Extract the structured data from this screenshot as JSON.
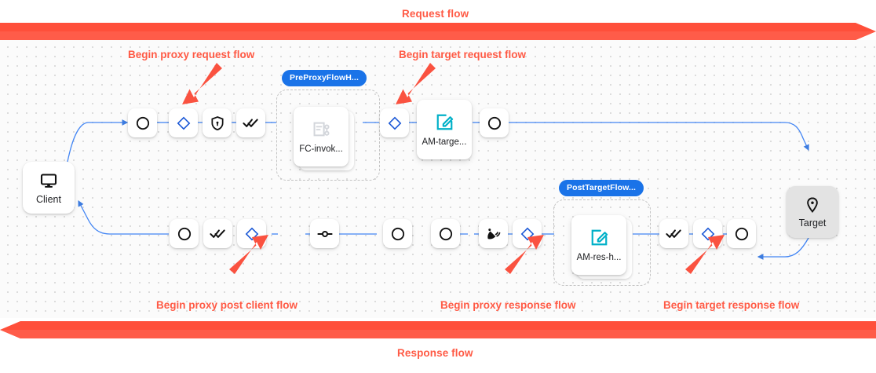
{
  "colors": {
    "accent_red": "#FF5A45",
    "banner_red": "#FF4F3A",
    "edge_blue": "#4285f4",
    "diamond_blue": "#1a57d6",
    "chip_blue": "#1a73e8",
    "policy_icon_cyan": "#00b0c8",
    "target_grey": "#e3e3e3",
    "canvas_bg": "#fbfbfb",
    "dot_grey": "#dcdcdc"
  },
  "banners": {
    "top": {
      "label": "Request flow",
      "direction": "right"
    },
    "bottom": {
      "label": "Response flow",
      "direction": "left"
    }
  },
  "endpoints": {
    "client": {
      "label": "Client",
      "icon": "monitor-icon"
    },
    "target": {
      "label": "Target",
      "icon": "location-pin-icon"
    }
  },
  "request_row": {
    "steps": [
      {
        "icon": "circle-start-icon",
        "name": "request-start-node"
      },
      {
        "icon": "diamond-icon",
        "name": "proxy-request-flow-node"
      },
      {
        "icon": "shield-lock-icon",
        "name": "security-policy-node"
      },
      {
        "icon": "double-check-icon",
        "name": "verify-node"
      }
    ],
    "steps_after_group": [
      {
        "icon": "diamond-icon",
        "name": "target-request-flow-node"
      }
    ],
    "steps_tail": [
      {
        "icon": "circle-start-icon",
        "name": "target-request-end-node"
      }
    ]
  },
  "response_row": {
    "steps": [
      {
        "icon": "circle-start-icon",
        "name": "response-start-node"
      },
      {
        "icon": "double-check-icon",
        "name": "response-verify-node"
      },
      {
        "icon": "diamond-icon",
        "name": "proxy-post-client-flow-node"
      },
      {
        "icon": "connector-node-icon",
        "name": "connector-node"
      },
      {
        "icon": "circle-start-icon",
        "name": "response-mid-node-1"
      },
      {
        "icon": "circle-start-icon",
        "name": "response-mid-node-2"
      },
      {
        "icon": "satellite-dish-icon",
        "name": "broadcast-node"
      },
      {
        "icon": "diamond-icon",
        "name": "proxy-response-flow-node"
      }
    ],
    "steps_tail": [
      {
        "icon": "double-check-icon",
        "name": "target-response-verify-node"
      },
      {
        "icon": "diamond-icon",
        "name": "target-response-flow-node"
      },
      {
        "icon": "circle-start-icon",
        "name": "target-response-start-node"
      }
    ]
  },
  "flow_groups": [
    {
      "chip": "PreProxyFlowH...",
      "policy": {
        "label": "FC-invok...",
        "icon": "flow-callout-icon",
        "stacked": true
      }
    },
    {
      "chip": "PostTargetFlow...",
      "policy": {
        "label": "AM-res-h...",
        "icon": "edit-square-icon",
        "stacked": true
      }
    }
  ],
  "standalone_policies": [
    {
      "label": "AM-targe...",
      "icon": "edit-square-icon",
      "name": "am-target-policy-card"
    }
  ],
  "annotations": [
    {
      "text": "Begin proxy request flow",
      "name": "anno-begin-proxy-request-flow"
    },
    {
      "text": "Begin target request flow",
      "name": "anno-begin-target-request-flow"
    },
    {
      "text": "Begin proxy post client flow",
      "name": "anno-begin-proxy-post-client-flow"
    },
    {
      "text": "Begin proxy response flow",
      "name": "anno-begin-proxy-response-flow"
    },
    {
      "text": "Begin target response flow",
      "name": "anno-begin-target-response-flow"
    }
  ]
}
